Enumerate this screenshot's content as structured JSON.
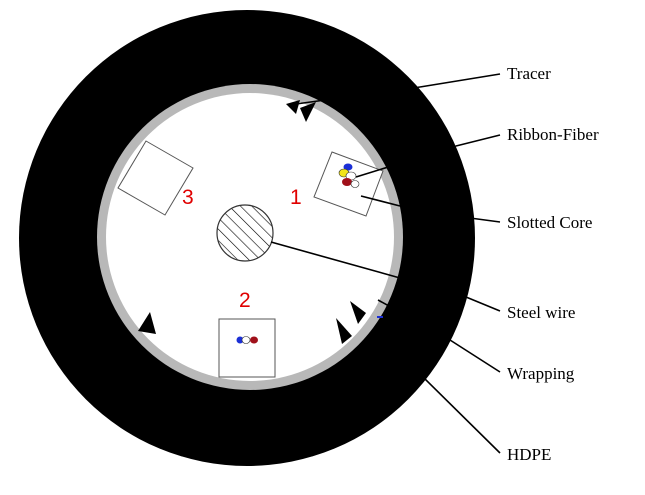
{
  "labels": {
    "tracer": "Tracer",
    "ribbon_fiber": "Ribbon-Fiber",
    "slotted_core": "Slotted Core",
    "steel_wire": "Steel wire",
    "wrapping": "Wrapping",
    "hdpe": "HDPE"
  },
  "slots": {
    "one": "1",
    "two": "2",
    "three": "3"
  },
  "colors": {
    "jacket": "#000000",
    "wrapping": "#b8b8b8",
    "core": "#ffffff",
    "slot_number": "#e00000",
    "fiber_blue": "#1b2fd6",
    "fiber_red": "#a0101a",
    "fiber_yellow": "#f2e61a"
  }
}
